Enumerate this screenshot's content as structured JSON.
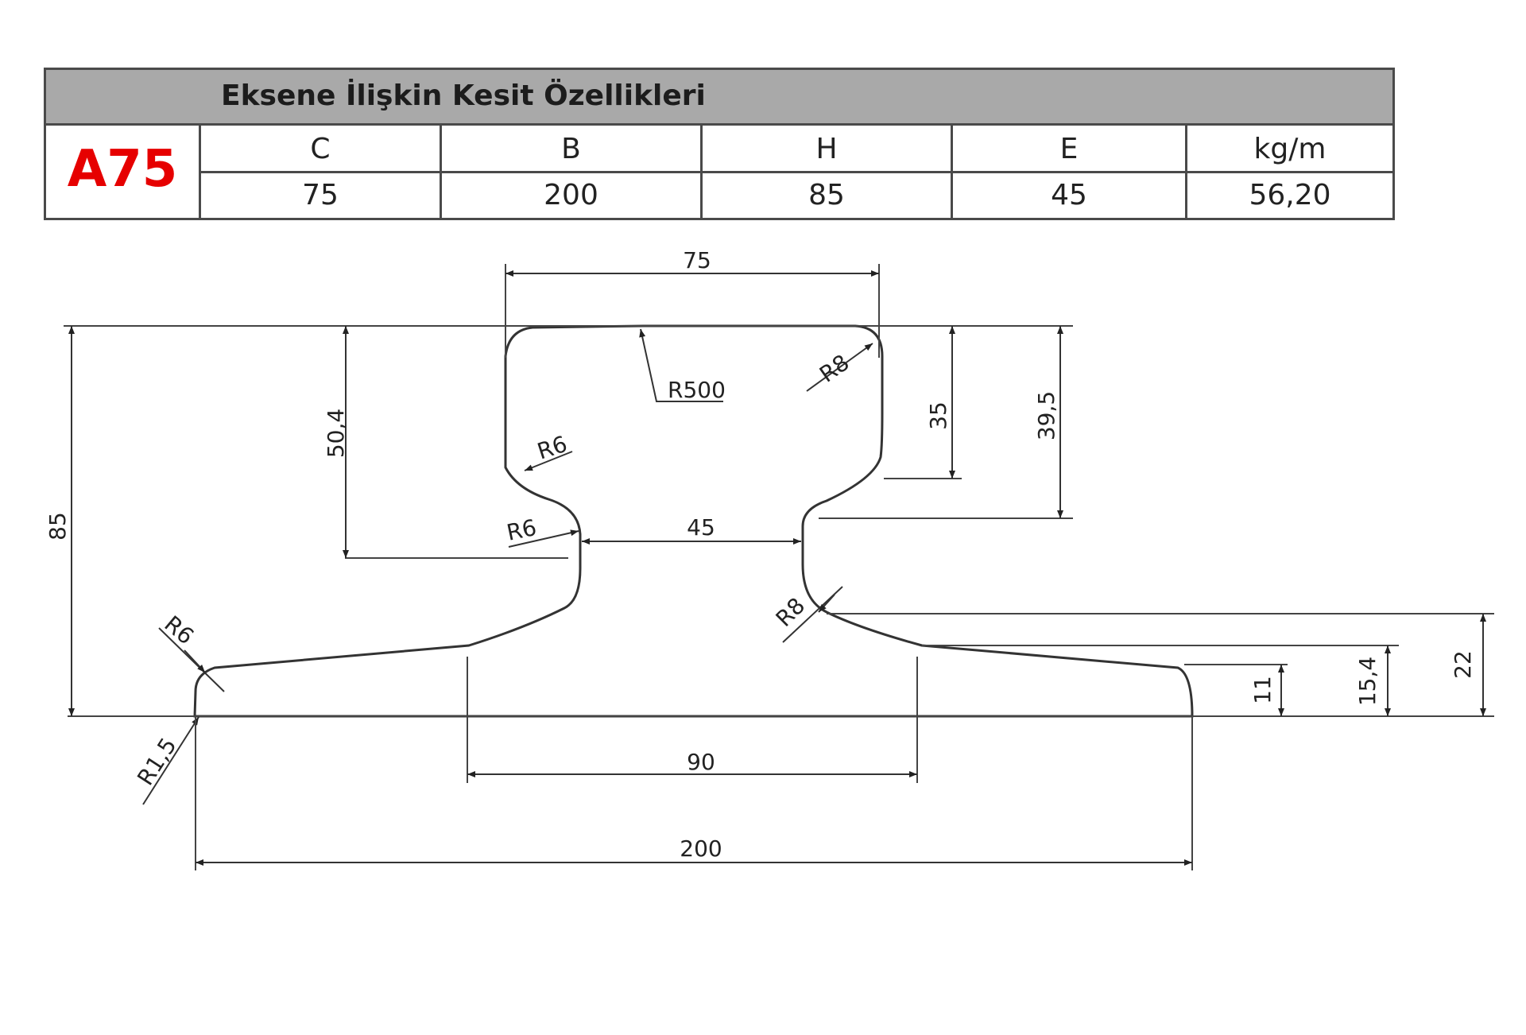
{
  "table": {
    "title": "Eksene İlişkin Kesit Özellikleri",
    "model": "A75",
    "columns": [
      {
        "header": "C",
        "value": "75"
      },
      {
        "header": "B",
        "value": "200"
      },
      {
        "header": "H",
        "value": "85"
      },
      {
        "header": "E",
        "value": "45"
      },
      {
        "header": "kg/m",
        "value": "56,20"
      }
    ]
  },
  "drawing": {
    "dims": {
      "top_width": "75",
      "r500": "R500",
      "r8_top": "R8",
      "r6_head": "R6",
      "r6_neck": "R6",
      "web": "45",
      "r8_web": "R8",
      "r6_foot": "R6",
      "r1_5": "R1,5",
      "h50_4": "50,4",
      "total_h": "85",
      "h35": "35",
      "h39_5": "39,5",
      "h11": "11",
      "h15_4": "15,4",
      "h22": "22",
      "w90": "90",
      "w200": "200"
    }
  },
  "colors": {
    "model": "#e60000",
    "header_bg": "#a9a9a9",
    "line": "#333333"
  }
}
